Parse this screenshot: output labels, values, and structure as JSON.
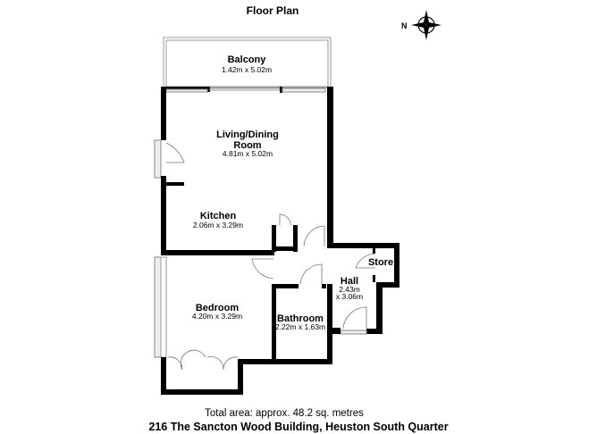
{
  "title": "Floor Plan",
  "compass": {
    "icon": "compass-icon",
    "north_label": "N"
  },
  "rooms": [
    {
      "name": "Balcony",
      "size": "1.42m x 5.02m"
    },
    {
      "name": "Living/Dining",
      "name2": "Room",
      "size": "4.81m x 5.02m"
    },
    {
      "name": "Kitchen",
      "size": "2.06m x 3.29m"
    },
    {
      "name": "Bedroom",
      "size": "4.20m x 3.29m"
    },
    {
      "name": "Bathroom",
      "size": "2.22m x 1.63m"
    },
    {
      "name": "Hall",
      "size": "2.43m",
      "size2": "x 3.06m"
    },
    {
      "name": "Store"
    }
  ],
  "total_area": "Total area: approx. 48.2 sq. metres",
  "address": "216 The Sancton Wood Building, Heuston South Quarter"
}
